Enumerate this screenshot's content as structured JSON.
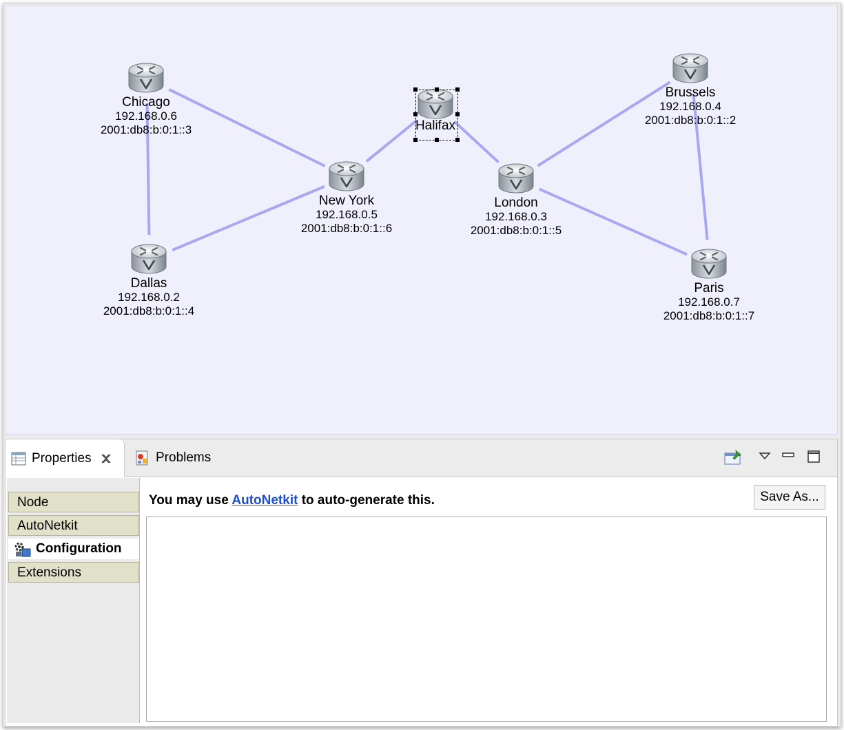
{
  "network": {
    "nodes": [
      {
        "id": "chicago",
        "name": "Chicago",
        "ipv4": "192.168.0.6",
        "ipv6": "2001:db8:b:0:1::3"
      },
      {
        "id": "dallas",
        "name": "Dallas",
        "ipv4": "192.168.0.2",
        "ipv6": "2001:db8:b:0:1::4"
      },
      {
        "id": "newyork",
        "name": "New York",
        "ipv4": "192.168.0.5",
        "ipv6": "2001:db8:b:0:1::6"
      },
      {
        "id": "halifax",
        "name": "Halifax",
        "ipv4": "",
        "ipv6": "",
        "selected": true
      },
      {
        "id": "london",
        "name": "London",
        "ipv4": "192.168.0.3",
        "ipv6": "2001:db8:b:0:1::5"
      },
      {
        "id": "brussels",
        "name": "Brussels",
        "ipv4": "192.168.0.4",
        "ipv6": "2001:db8:b:0:1::2"
      },
      {
        "id": "paris",
        "name": "Paris",
        "ipv4": "192.168.0.7",
        "ipv6": "2001:db8:b:0:1::7"
      }
    ],
    "links": [
      [
        "chicago",
        "dallas"
      ],
      [
        "chicago",
        "newyork"
      ],
      [
        "dallas",
        "newyork"
      ],
      [
        "newyork",
        "halifax"
      ],
      [
        "halifax",
        "london"
      ],
      [
        "london",
        "brussels"
      ],
      [
        "london",
        "paris"
      ],
      [
        "brussels",
        "paris"
      ]
    ],
    "link_color": "#a8a8f2"
  },
  "panel": {
    "tabs": [
      {
        "label": "Properties",
        "icon": "properties-icon",
        "close_icon": "close-icon"
      },
      {
        "label": "Problems",
        "icon": "problems-icon"
      }
    ],
    "toolbar_icons": [
      "pin-icon",
      "view-menu-icon",
      "minimize-icon",
      "maximize-icon"
    ],
    "side_tabs": [
      {
        "label": "Node"
      },
      {
        "label": "AutoNetkit"
      },
      {
        "label": "Configuration",
        "icon": "configuration-icon",
        "active": true
      },
      {
        "label": "Extensions"
      }
    ],
    "hint_prefix": "You may use ",
    "hint_link": "AutoNetkit",
    "hint_suffix": " to auto-generate this.",
    "save_as_label": "Save As...",
    "config_text": ""
  }
}
